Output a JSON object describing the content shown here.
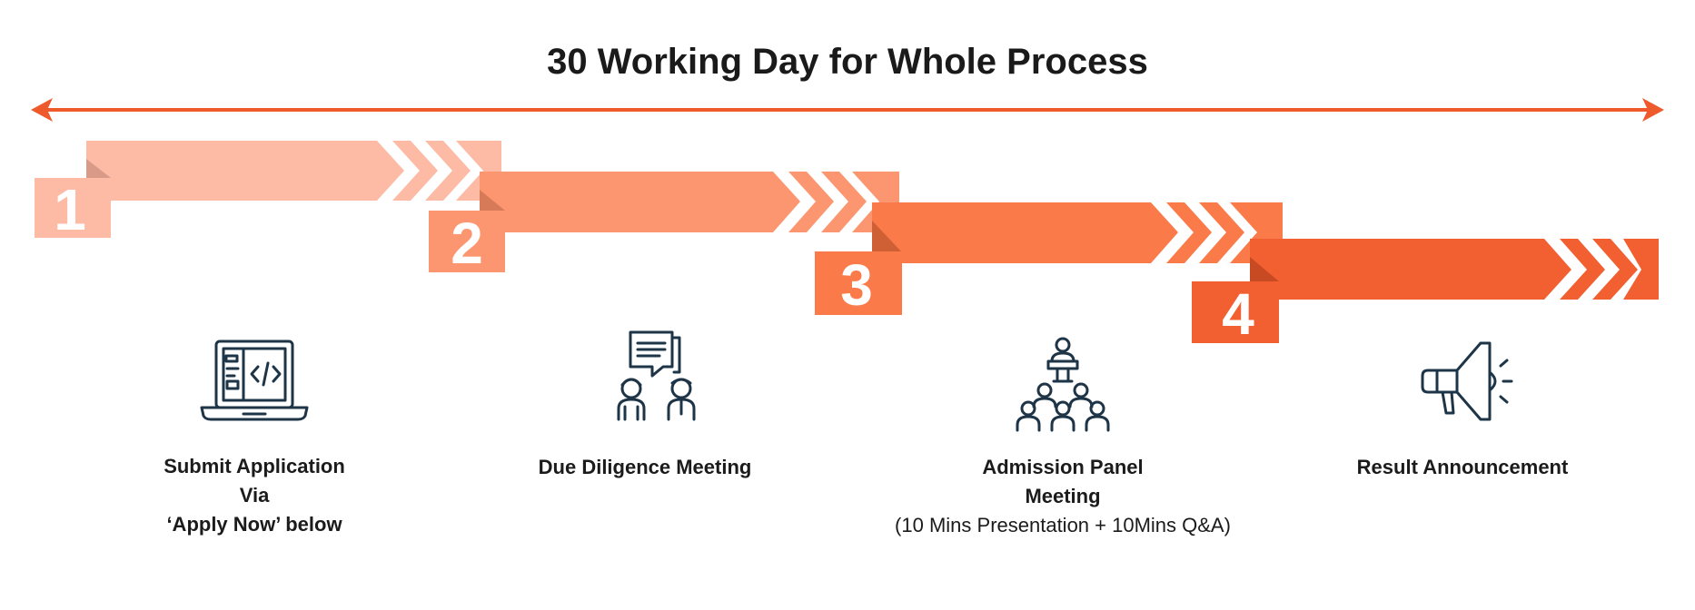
{
  "title": "30 Working Day for Whole Process",
  "colors": {
    "arrow": "#ef5a2c",
    "step1": "#fdbba6",
    "step2": "#fc9670",
    "step3": "#fb7a49",
    "step4": "#f26032",
    "icon": "#1e3447"
  },
  "steps": [
    {
      "number": "1",
      "icon": "laptop-code-icon",
      "lines": [
        "Submit Application",
        "Via",
        "‘Apply Now’ below"
      ]
    },
    {
      "number": "2",
      "icon": "meeting-chat-icon",
      "lines": [
        "Due Diligence Meeting"
      ]
    },
    {
      "number": "3",
      "icon": "presentation-audience-icon",
      "lines": [
        "Admission Panel",
        "Meeting"
      ],
      "sub": "(10 Mins Presentation + 10Mins Q&A)"
    },
    {
      "number": "4",
      "icon": "megaphone-icon",
      "lines": [
        "Result Announcement"
      ]
    }
  ]
}
